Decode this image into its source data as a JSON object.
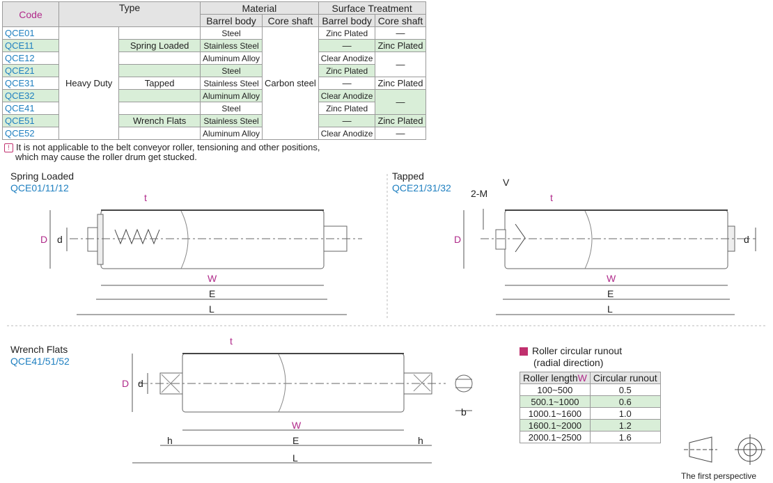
{
  "header": {
    "code": "Code",
    "type": "Type",
    "material": "Material",
    "surface": "Surface Treatment",
    "barrel_body": "Barrel body",
    "core_shaft": "Core shaft"
  },
  "rows": [
    {
      "code": "QCE01",
      "type": "",
      "barrel": "Steel",
      "surf_barrel": "Zinc Plated",
      "surf_core": "—"
    },
    {
      "code": "QCE11",
      "type": "Spring Loaded",
      "barrel": "Stainless Steel",
      "surf_barrel": "—",
      "surf_core": "Zinc Plated"
    },
    {
      "code": "QCE12",
      "type": "",
      "barrel": "Aluminum Alloy",
      "surf_barrel": "Clear Anodize",
      "surf_core": ""
    },
    {
      "code": "QCE21",
      "type": "",
      "barrel": "Steel",
      "surf_barrel": "Zinc Plated",
      "surf_core": "—"
    },
    {
      "code": "QCE31",
      "type": "Tapped",
      "barrel": "Stainless Steel",
      "surf_barrel": "—",
      "surf_core": "Zinc Plated"
    },
    {
      "code": "QCE32",
      "type": "",
      "barrel": "Aluminum Alloy",
      "surf_barrel": "Clear Anodize",
      "surf_core": ""
    },
    {
      "code": "QCE41",
      "type": "",
      "barrel": "Steel",
      "surf_barrel": "Zinc Plated",
      "surf_core": "—"
    },
    {
      "code": "QCE51",
      "type": "Wrench Flats",
      "barrel": "Stainless Steel",
      "surf_barrel": "—",
      "surf_core": "Zinc Plated"
    },
    {
      "code": "QCE52",
      "type": "",
      "barrel": "Aluminum Alloy",
      "surf_barrel": "Clear Anodize",
      "surf_core": "—"
    }
  ],
  "heavy_duty": "Heavy Duty",
  "carbon_steel": "Carbon steel",
  "note_line1": "It is not applicable to the belt conveyor roller, tensioning and other positions,",
  "note_line2": "which may cause the roller drum get stucked.",
  "spring": {
    "title": "Spring Loaded",
    "codes": "QCE01/11/12"
  },
  "tapped": {
    "title": "Tapped",
    "codes": "QCE21/31/32"
  },
  "wrench": {
    "title": "Wrench Flats",
    "codes": "QCE41/51/52"
  },
  "dims": {
    "D": "D",
    "d": "d",
    "t": "t",
    "W": "W",
    "E": "E",
    "L": "L",
    "M": "2-M",
    "V": "V",
    "h": "h",
    "b": "b"
  },
  "runout": {
    "title": "Roller circular runout",
    "subtitle": "(radial direction)",
    "col1": "Roller length",
    "col1_w": "W",
    "col2": "Circular runout",
    "rows": [
      {
        "len": "100~500",
        "val": "0.5"
      },
      {
        "len": "500.1~1000",
        "val": "0.6"
      },
      {
        "len": "1000.1~1600",
        "val": "1.0"
      },
      {
        "len": "1600.1~2000",
        "val": "1.2"
      },
      {
        "len": "2000.1~2500",
        "val": "1.6"
      }
    ]
  },
  "perspective": "The first perspective",
  "colors": {
    "code_blue": "#1e7fc0",
    "magenta": "#b02a8a",
    "green_row": "#d9eed8"
  }
}
